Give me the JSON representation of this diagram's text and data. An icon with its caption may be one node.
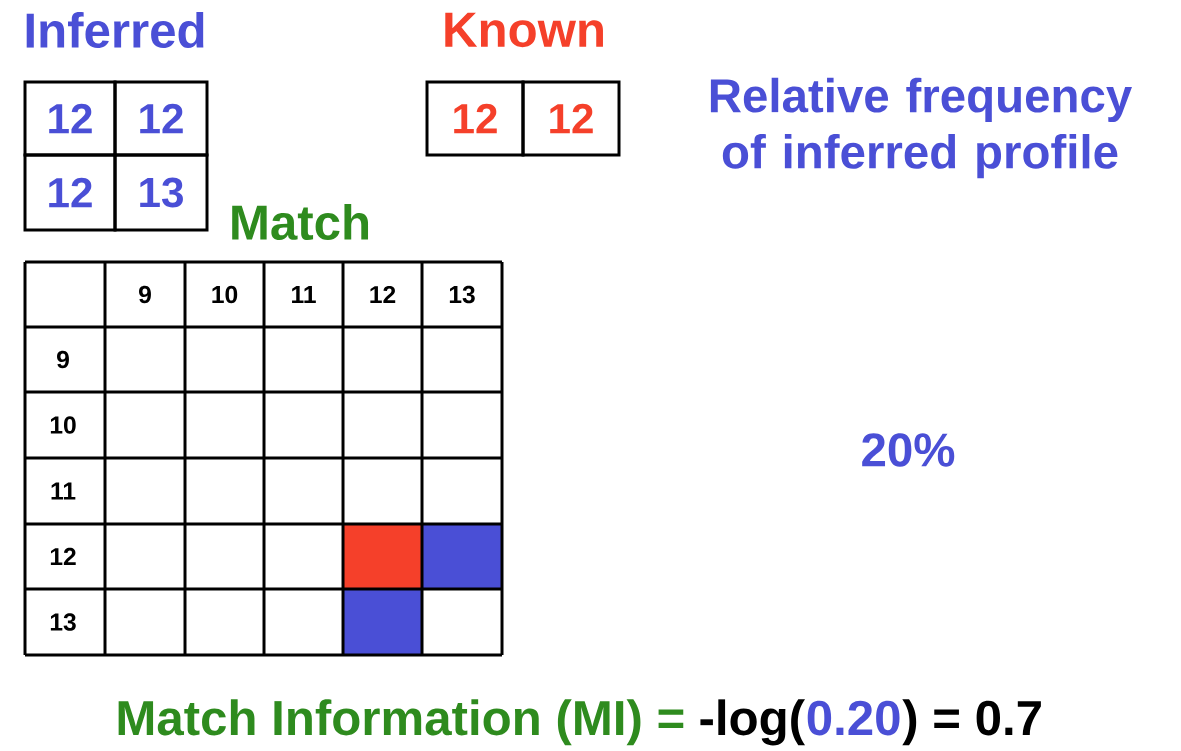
{
  "diagram": {
    "labels": [
      "Inferred",
      "Known",
      "Relative frequency of inferred profile",
      "12",
      "12",
      "12",
      "13",
      "12",
      "12",
      "Match",
      "9",
      "10",
      "11",
      "12",
      "13",
      "9",
      "10",
      "11",
      "12",
      "13",
      "20%",
      "Match Information (MI) =",
      "-log(",
      "0.20",
      ") = 0.7"
    ]
  }
}
